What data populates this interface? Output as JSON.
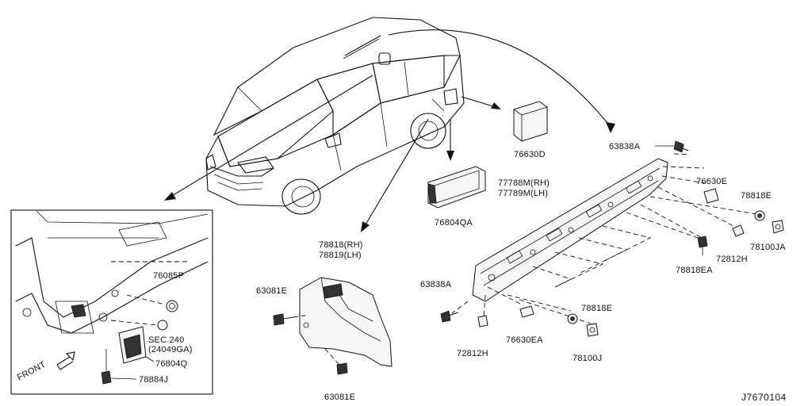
{
  "labels": {
    "p76630D": "76630D",
    "p76804QA": "76804QA",
    "p63838A_top": "63838A",
    "p76630E": "76630E",
    "p78818E_top": "78818E",
    "p78100JA": "78100JA",
    "p72812H_right": "72812H",
    "p78818EA": "78818EA",
    "p77788M": "77788M(RH)",
    "p77789M": "77789M(LH)",
    "p78818": "78818(RH)",
    "p78819": "78819(LH)",
    "p63081E_top": "63081E",
    "p63081E_bottom": "63081E",
    "p63838A_bottom": "63838A",
    "p72812H_bottom": "72812H",
    "p76630EA": "76630EA",
    "p78818E_bottom": "78818E",
    "p78100J": "78100J",
    "p76085P": "76085P",
    "sec240": "SEC.240",
    "sec240_ref": "(24049GA)",
    "p76804Q": "76804Q",
    "p78884J": "78884J",
    "front": "FRONT"
  },
  "diagram_code": "J7670104"
}
